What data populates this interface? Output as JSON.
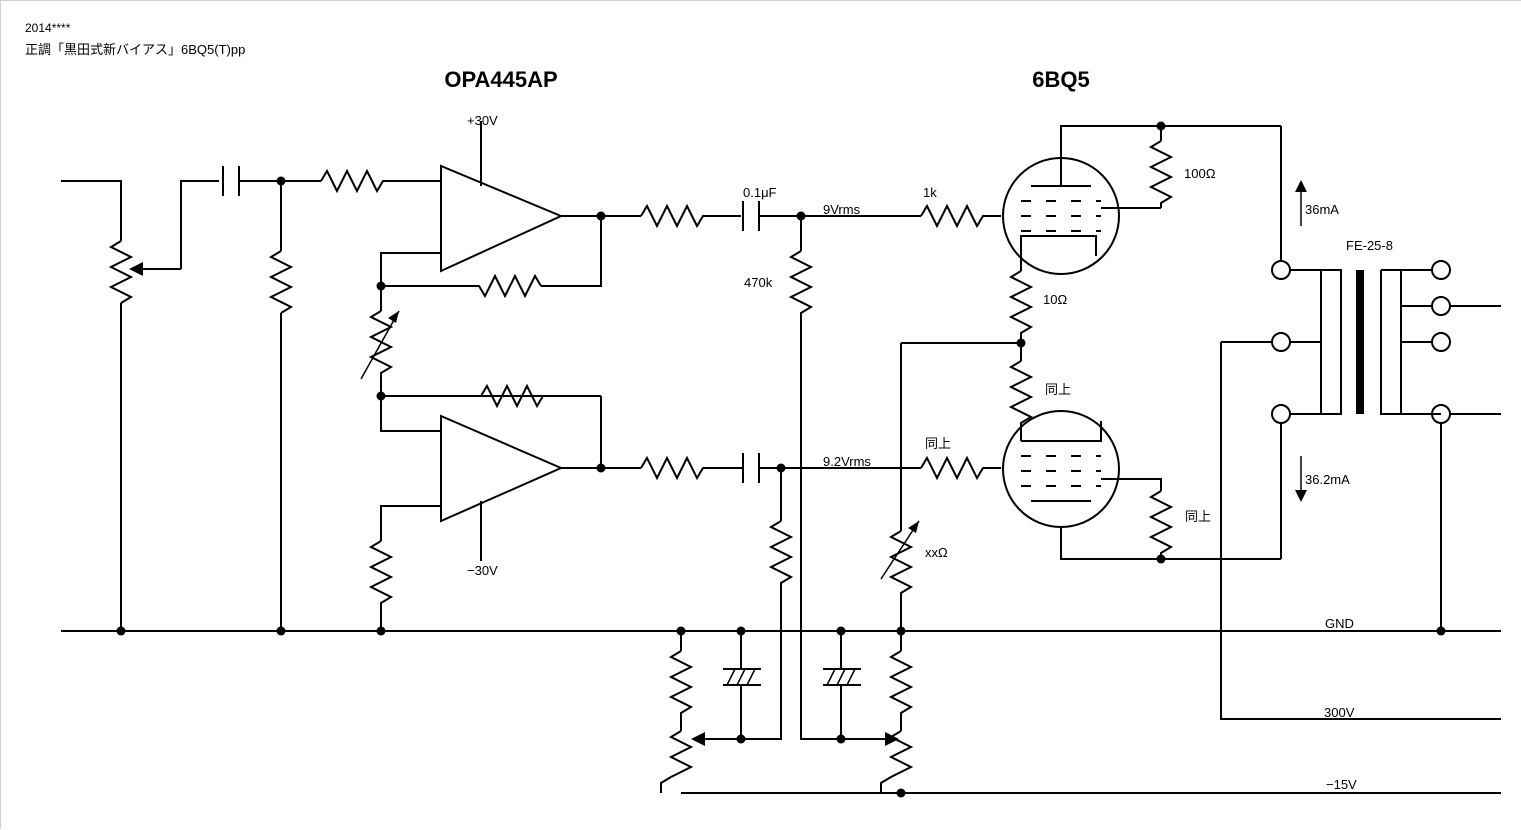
{
  "header": {
    "date_line": "2014****",
    "title_line": "正調「黒田式新バイアス」6BQ5(T)pp"
  },
  "titles": {
    "opamp": "OPA445AP",
    "tube": "6BQ5"
  },
  "labels": {
    "plus_supply": "+30V",
    "minus_supply": "−30V",
    "coupling_cap": "0.1μF",
    "signal_upper": "9Vrms",
    "signal_lower": "9.2Vrms",
    "grid_res_upper": "1k",
    "grid_res_lower": "同上",
    "grid_leak": "470k",
    "screen_res_upper": "100Ω",
    "screen_res_lower": "同上",
    "cathode_res_upper": "10Ω",
    "cathode_res_lower": "同上",
    "pot_cathode": "xxΩ",
    "current_upper": "36mA",
    "current_lower": "36.2mA",
    "transformer": "FE-25-8",
    "gnd": "GND",
    "b_plus": "300V",
    "neg_bias": "−15V"
  }
}
